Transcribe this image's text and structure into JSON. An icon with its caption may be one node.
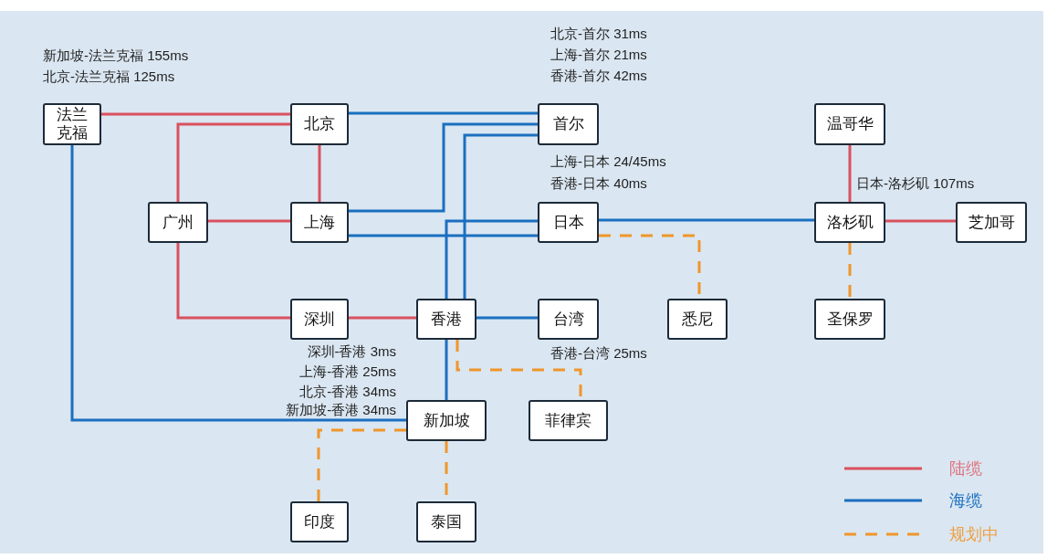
{
  "diagram": {
    "nodes": [
      {
        "text": [
          "法兰克福"
        ]
      },
      {
        "text": [
          "北京"
        ]
      },
      {
        "text": [
          "首尔"
        ]
      },
      {
        "text": [
          "温哥华"
        ]
      },
      {
        "text": [
          "广州"
        ]
      },
      {
        "text": [
          "上海"
        ]
      },
      {
        "text": [
          "日本"
        ]
      },
      {
        "text": [
          "洛杉矶"
        ]
      },
      {
        "text": [
          "芝加哥"
        ]
      },
      {
        "text": [
          "深圳"
        ]
      },
      {
        "text": [
          "香港"
        ]
      },
      {
        "text": [
          "台湾"
        ]
      },
      {
        "text": [
          "悉尼"
        ]
      },
      {
        "text": [
          "圣保罗"
        ]
      },
      {
        "text": [
          "新加坡"
        ]
      },
      {
        "text": [
          "菲律宾"
        ]
      },
      {
        "text": [
          "印度"
        ]
      },
      {
        "text": [
          "泰国"
        ]
      }
    ],
    "edges": [
      {
        "from": 0,
        "to": 1,
        "arrow": "none",
        "color": "#d9505f"
      },
      {
        "from": 4,
        "to": 1,
        "arrow": "none",
        "color": "#d9505f"
      },
      {
        "from": 1,
        "to": 5,
        "arrow": "none",
        "color": "#d9505f"
      },
      {
        "from": 4,
        "to": 5,
        "arrow": "none",
        "color": "#d9505f"
      },
      {
        "from": 4,
        "to": 9,
        "arrow": "none",
        "color": "#d9505f"
      },
      {
        "from": 9,
        "to": 10,
        "arrow": "none",
        "color": "#d9505f"
      },
      {
        "from": 3,
        "to": 7,
        "arrow": "none",
        "color": "#d9505f"
      },
      {
        "from": 7,
        "to": 8,
        "arrow": "none",
        "color": "#d9505f"
      },
      {
        "from": 1,
        "to": 2,
        "arrow": "none"
      },
      {
        "from": 5,
        "to": 2,
        "arrow": "none"
      },
      {
        "from": 10,
        "to": 2,
        "arrow": "none"
      },
      {
        "from": 5,
        "to": 6,
        "arrow": "none"
      },
      {
        "from": 10,
        "to": 6,
        "arrow": "none"
      },
      {
        "from": 6,
        "to": 7,
        "arrow": "none"
      },
      {
        "from": 10,
        "to": 11,
        "arrow": "none"
      },
      {
        "from": 10,
        "to": 14,
        "arrow": "none"
      },
      {
        "from": 0,
        "to": 14,
        "arrow": "none"
      },
      {
        "from": 6,
        "to": 12,
        "arrow": "none",
        "style": "dashed",
        "color": "#f0962a"
      },
      {
        "from": 7,
        "to": 13,
        "arrow": "none",
        "style": "dashed",
        "color": "#f0962a"
      },
      {
        "from": 10,
        "to": 15,
        "arrow": "none",
        "style": "dashed",
        "color": "#f0962a"
      },
      {
        "from": 14,
        "to": 16,
        "arrow": "none",
        "style": "dashed",
        "color": "#f0962a"
      },
      {
        "from": 14,
        "to": 17,
        "arrow": "none",
        "style": "dashed",
        "color": "#f0962a"
      }
    ],
    "labels": [
      "新加坡-法兰克福 155ms",
      "北京-法兰克福 125ms",
      "北京-首尔 31ms",
      "上海-首尔 21ms",
      "香港-首尔 42ms",
      "上海-日本 24/45ms",
      "香港-日本 40ms",
      "日本-洛杉矶 107ms",
      "深圳-香港 3ms",
      "上海-香港 25ms",
      "北京-香港 34ms",
      "新加坡-香港 34ms",
      "香港-台湾 25ms"
    ],
    "legend": [
      {
        "text": "陆缆"
      },
      {
        "text": "海缆"
      },
      {
        "text": "规划中"
      }
    ]
  }
}
